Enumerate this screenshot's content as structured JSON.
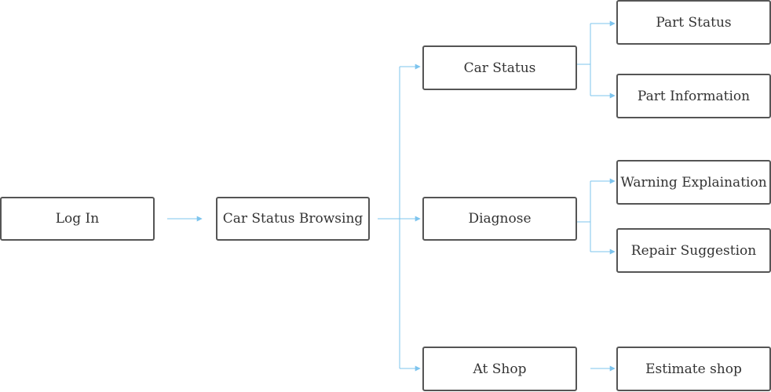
{
  "diagram": {
    "colors": {
      "connector": "#7dc4ee",
      "node_border": "#555555",
      "node_text": "#333333",
      "background": "#ffffff"
    },
    "nodes": {
      "login": "Log In",
      "browse": "Car Status Browsing",
      "car_status": "Car Status",
      "diagnose": "Diagnose",
      "at_shop": "At Shop",
      "part_status": "Part Status",
      "part_information": "Part Information",
      "warning_explaination": "Warning Explaination",
      "repair_suggestion": "Repair Suggestion",
      "estimate_shop": "Estimate shop"
    },
    "edges": [
      [
        "login",
        "browse"
      ],
      [
        "browse",
        "car_status"
      ],
      [
        "browse",
        "diagnose"
      ],
      [
        "browse",
        "at_shop"
      ],
      [
        "car_status",
        "part_status"
      ],
      [
        "car_status",
        "part_information"
      ],
      [
        "diagnose",
        "warning_explaination"
      ],
      [
        "diagnose",
        "repair_suggestion"
      ],
      [
        "at_shop",
        "estimate_shop"
      ]
    ]
  }
}
